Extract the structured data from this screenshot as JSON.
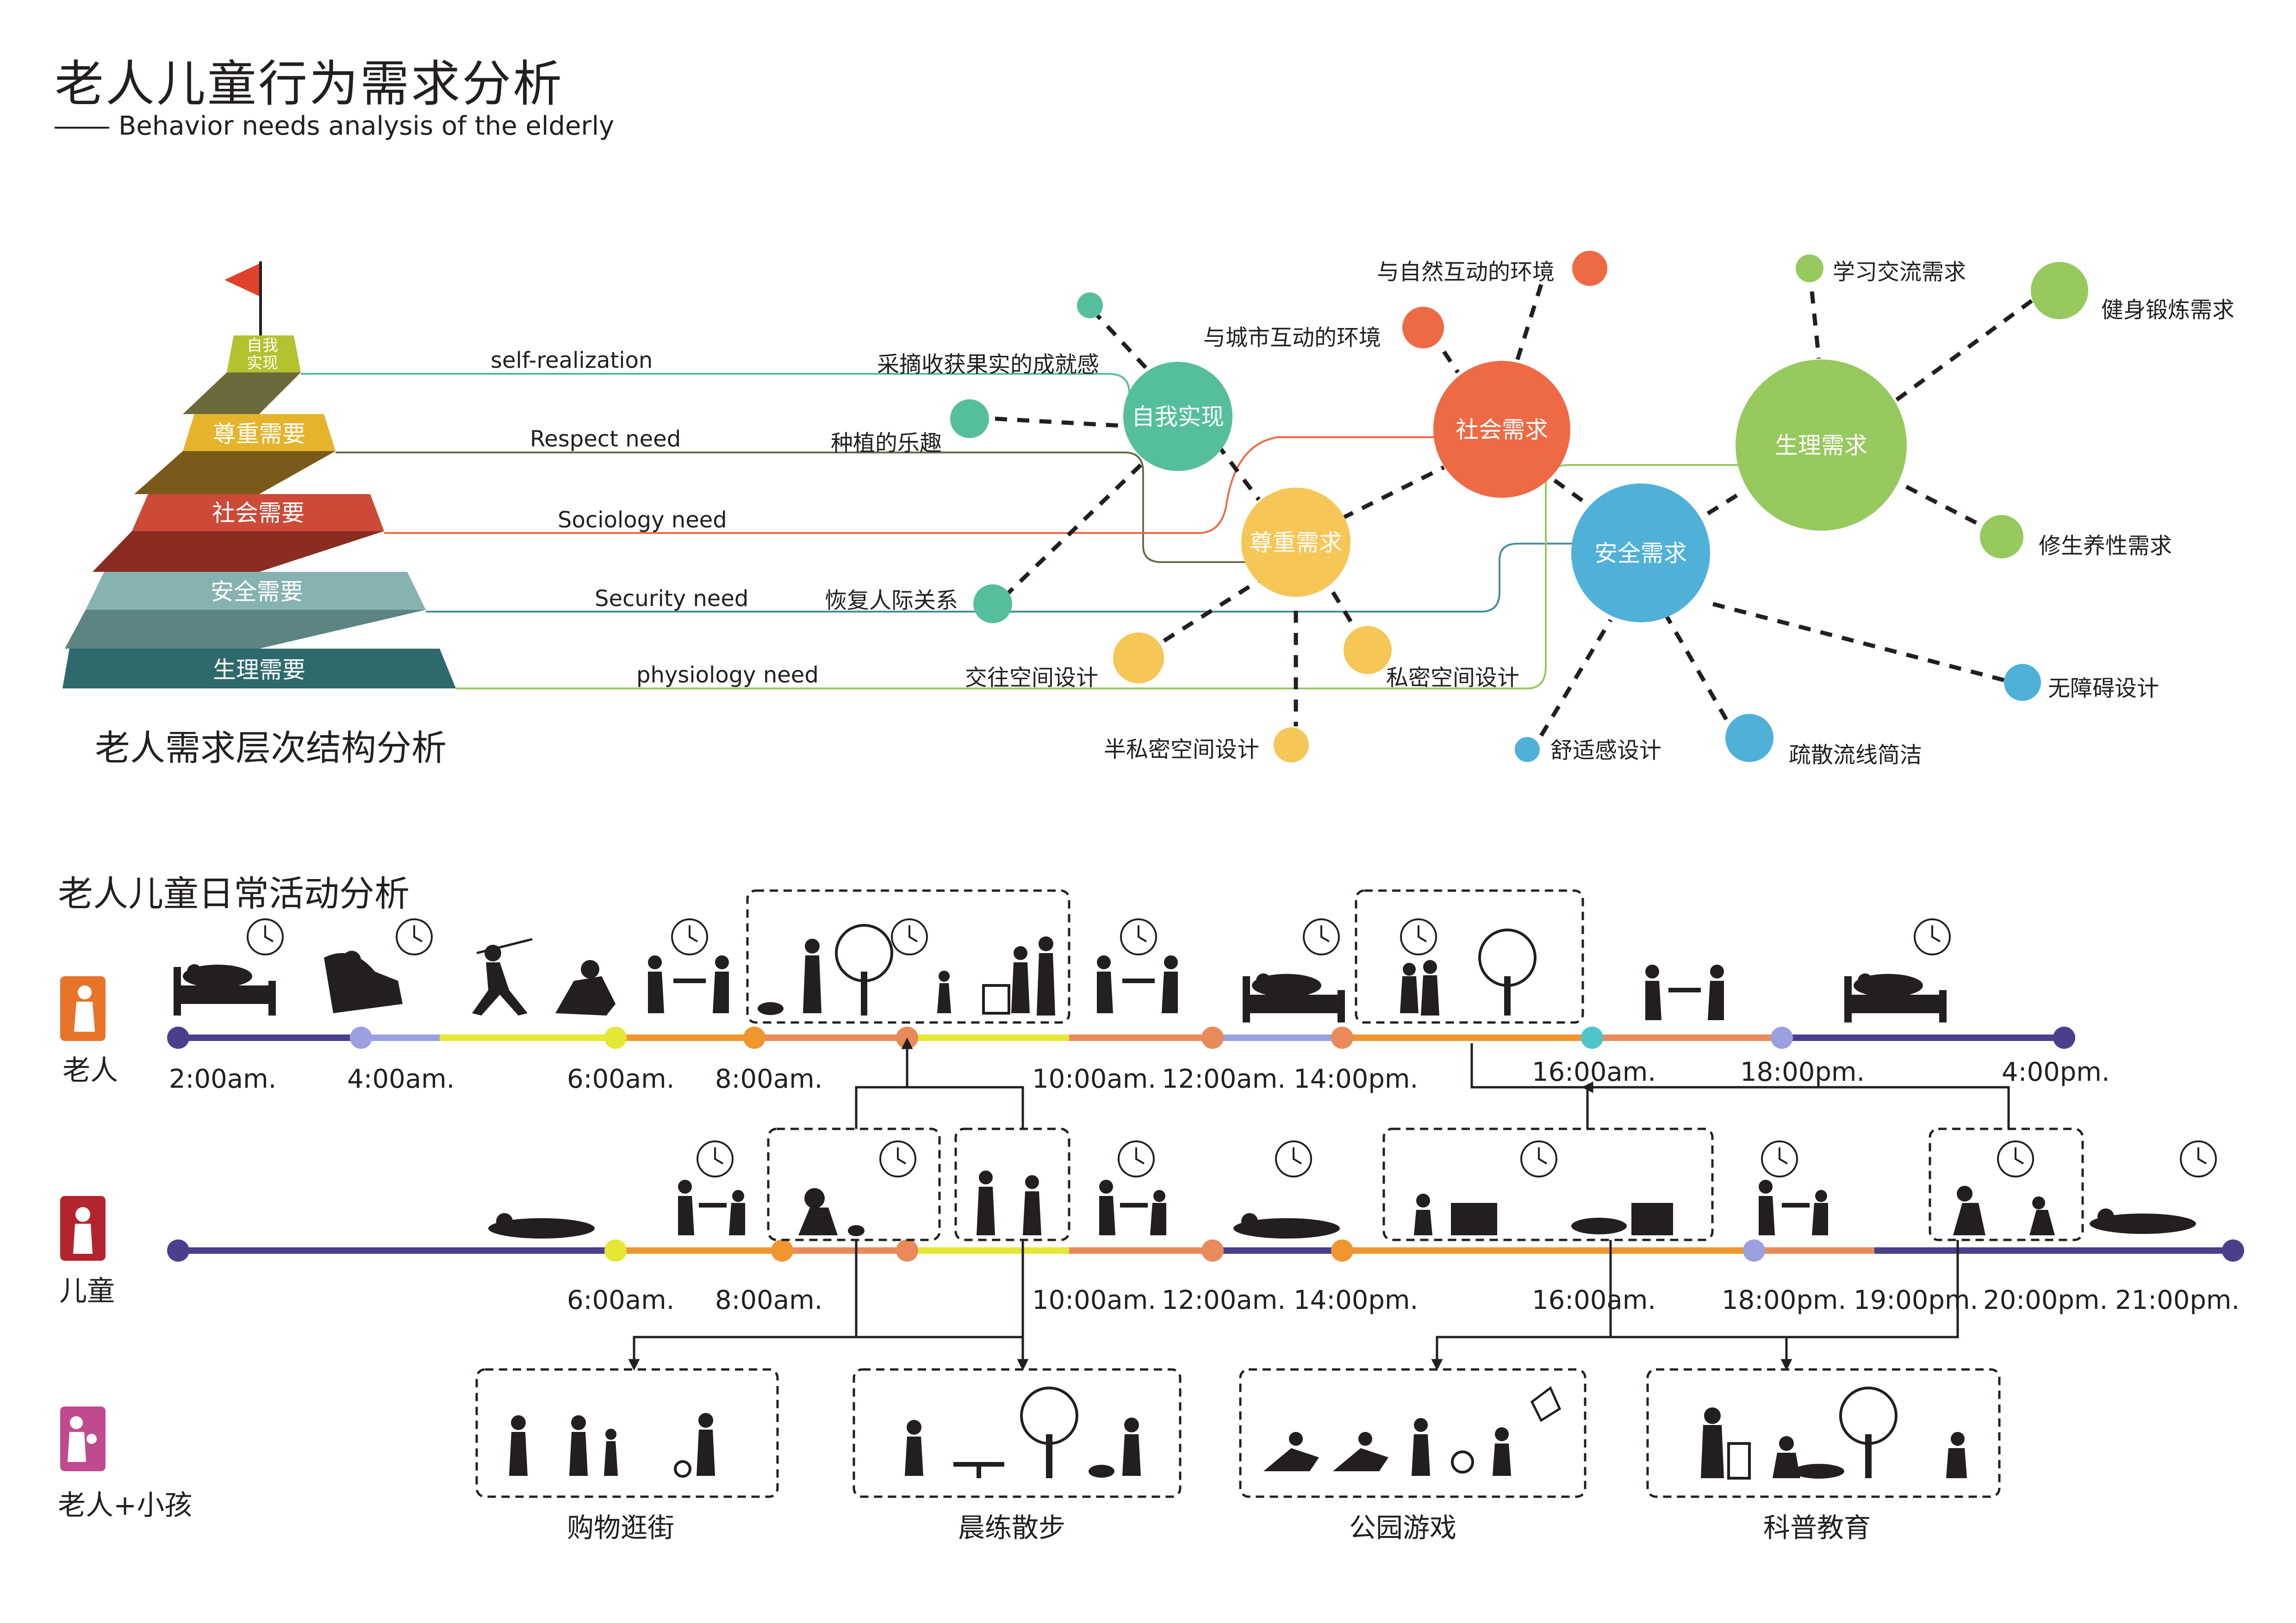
{
  "title": "老人儿童行为需求分析",
  "subtitle": "Behavior needs analysis of the elderly",
  "pyramid": {
    "caption": "老人需求层次结构分析",
    "levels": [
      {
        "cn": "自我\n实现",
        "en": "self-realization",
        "color": "#b3c22e"
      },
      {
        "cn": "尊重需要",
        "en": "Respect need",
        "color": "#e5b42c"
      },
      {
        "cn": "社会需要",
        "en": "Sociology need",
        "color": "#cc4a37"
      },
      {
        "cn": "安全需要",
        "en": "Security need",
        "color": "#86b2b1"
      },
      {
        "cn": "生理需要",
        "en": "physiology need",
        "color": "#2e6a6c"
      }
    ]
  },
  "needs": {
    "self": {
      "label": "自我实现",
      "color": "#55bf9d",
      "children": [
        "采摘收获果实的成就感",
        "种植的乐趣",
        "恢复人际关系"
      ]
    },
    "respect": {
      "label": "尊重需求",
      "color": "#f6c757",
      "children": [
        "交往空间设计",
        "私密空间设计",
        "半私密空间设计"
      ]
    },
    "social": {
      "label": "社会需求",
      "color": "#ee6a45",
      "children": [
        "与自然互动的环境",
        "与城市互动的环境"
      ]
    },
    "safety": {
      "label": "安全需求",
      "color": "#4fb1d8",
      "children": [
        "无障碍设计",
        "舒适感设计",
        "疏散流线简洁"
      ]
    },
    "physio": {
      "label": "生理需求",
      "color": "#97c95e",
      "children": [
        "学习交流需求",
        "健身锻炼需求",
        "修生养性需求"
      ]
    }
  },
  "daily": {
    "title": "老人儿童日常活动分析",
    "rows": {
      "elderly": {
        "label": "老人",
        "color": "#e8742a",
        "times": [
          "2:00am.",
          "4:00am.",
          "6:00am.",
          "8:00am.",
          "10:00am.",
          "12:00am.",
          "14:00pm.",
          "16:00am.",
          "18:00pm.",
          "4:00pm."
        ]
      },
      "child": {
        "label": "儿童",
        "color": "#b3242c",
        "times": [
          "6:00am.",
          "8:00am.",
          "10:00am.",
          "12:00am.",
          "14:00pm.",
          "16:00am.",
          "18:00pm.",
          "19:00pm.",
          "20:00pm.",
          "21:00pm."
        ]
      },
      "together": {
        "label": "老人+小孩",
        "color": "#c04a8e"
      }
    },
    "joint_activities": [
      "购物逛街",
      "晨练散步",
      "公园游戏",
      "科普教育"
    ]
  },
  "colors": {
    "timeline_purple": "#4a3f8c",
    "timeline_lavender": "#9aa0e0",
    "timeline_yellow": "#e4e733",
    "timeline_orange": "#f0962f",
    "timeline_salmon": "#e98a5b"
  }
}
